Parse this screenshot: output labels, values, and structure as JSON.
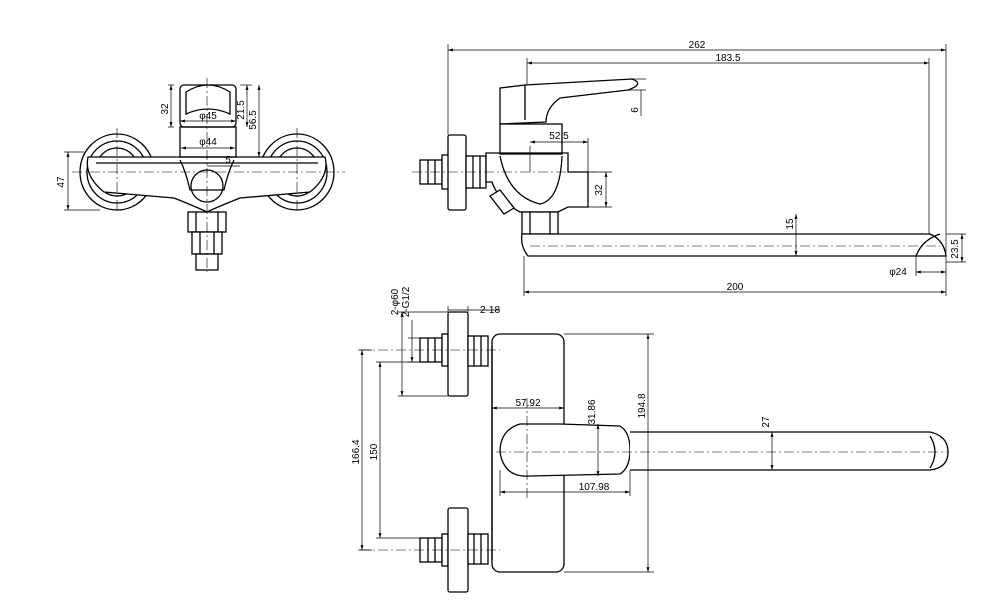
{
  "dimensions": {
    "front": {
      "d_32": "32",
      "d_21_5": "21.5",
      "d_56_5": "56.5",
      "d_phi45": "φ45",
      "d_phi44": "φ44",
      "d_5": "5",
      "d_47": "47"
    },
    "side": {
      "d_262": "262",
      "d_183_5": "183.5",
      "d_6": "6",
      "d_52_5": "52.5",
      "d_32": "32",
      "d_15": "15",
      "d_23_5": "23.5",
      "d_phi24": "φ24",
      "d_200": "200"
    },
    "top": {
      "d_2_phi60": "2-φ60",
      "d_2_g12": "2-G1/2",
      "d_2_18": "2-18",
      "d_166_4": "166.4",
      "d_150": "150",
      "d_57_92": "57.92",
      "d_31_86": "31.86",
      "d_194_8": "194.8",
      "d_27": "27",
      "d_107_98": "107.98"
    }
  }
}
